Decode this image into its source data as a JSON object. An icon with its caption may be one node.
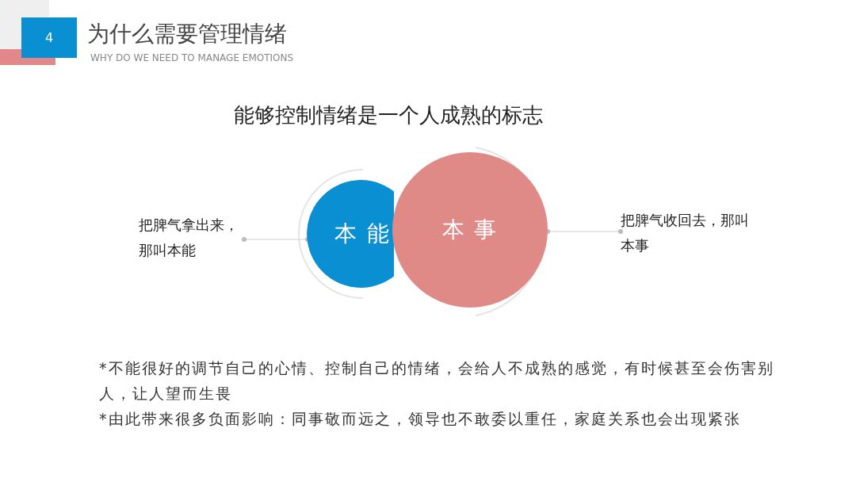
{
  "diagram": {
    "title": "为什么需要管理情绪",
    "nodes": [
      {
        "text": [
          "把脾气拿出来，那叫本能"
        ]
      },
      {
        "text": [
          "本 能"
        ]
      },
      {
        "text": [
          "本 事"
        ]
      },
      {
        "text": [
          "把脾气收回去，那叫本事"
        ]
      }
    ],
    "edges": [
      {
        "from": 0,
        "to": 1,
        "arrow": "other"
      },
      {
        "from": 3,
        "to": 2,
        "arrow": "other"
      }
    ],
    "labels": [
      "4",
      "WHY DO WE NEED TO MANAGE EMOTIONS",
      "能够控制情绪是一个人成熟的标志",
      "*不能很好的调节自己的心情、控制自己的情绪，会给人不成熟的感觉，有时候甚至会伤害别人，让人望而生畏",
      "*由此带来很多负面影响：同事敬而远之，领导也不敢委以重任，家庭关系也会出现紧张"
    ]
  }
}
